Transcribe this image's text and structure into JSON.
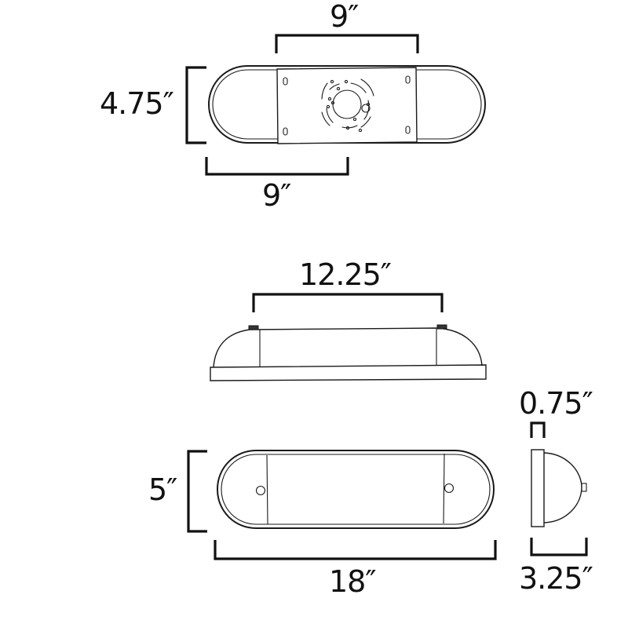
{
  "diagram": {
    "subject": "Wall sconce / vanity fixture dimension drawing",
    "units": "inches",
    "colors": {
      "line": "#1a1a1a",
      "text": "#111111",
      "background": "#ffffff"
    },
    "views": {
      "top_view": {
        "label": "Top view with mounting plate",
        "dimensions": {
          "plate_width": "9″",
          "height": "4.75″",
          "half_length": "9″"
        }
      },
      "side_view": {
        "label": "Side profile",
        "dimensions": {
          "mount_spacing": "12.25″"
        }
      },
      "front_view": {
        "label": "Front view",
        "dimensions": {
          "height": "5″",
          "length": "18″"
        }
      },
      "end_view": {
        "label": "End profile",
        "dimensions": {
          "plate_depth": "0.75″",
          "depth": "3.25″"
        }
      }
    }
  }
}
